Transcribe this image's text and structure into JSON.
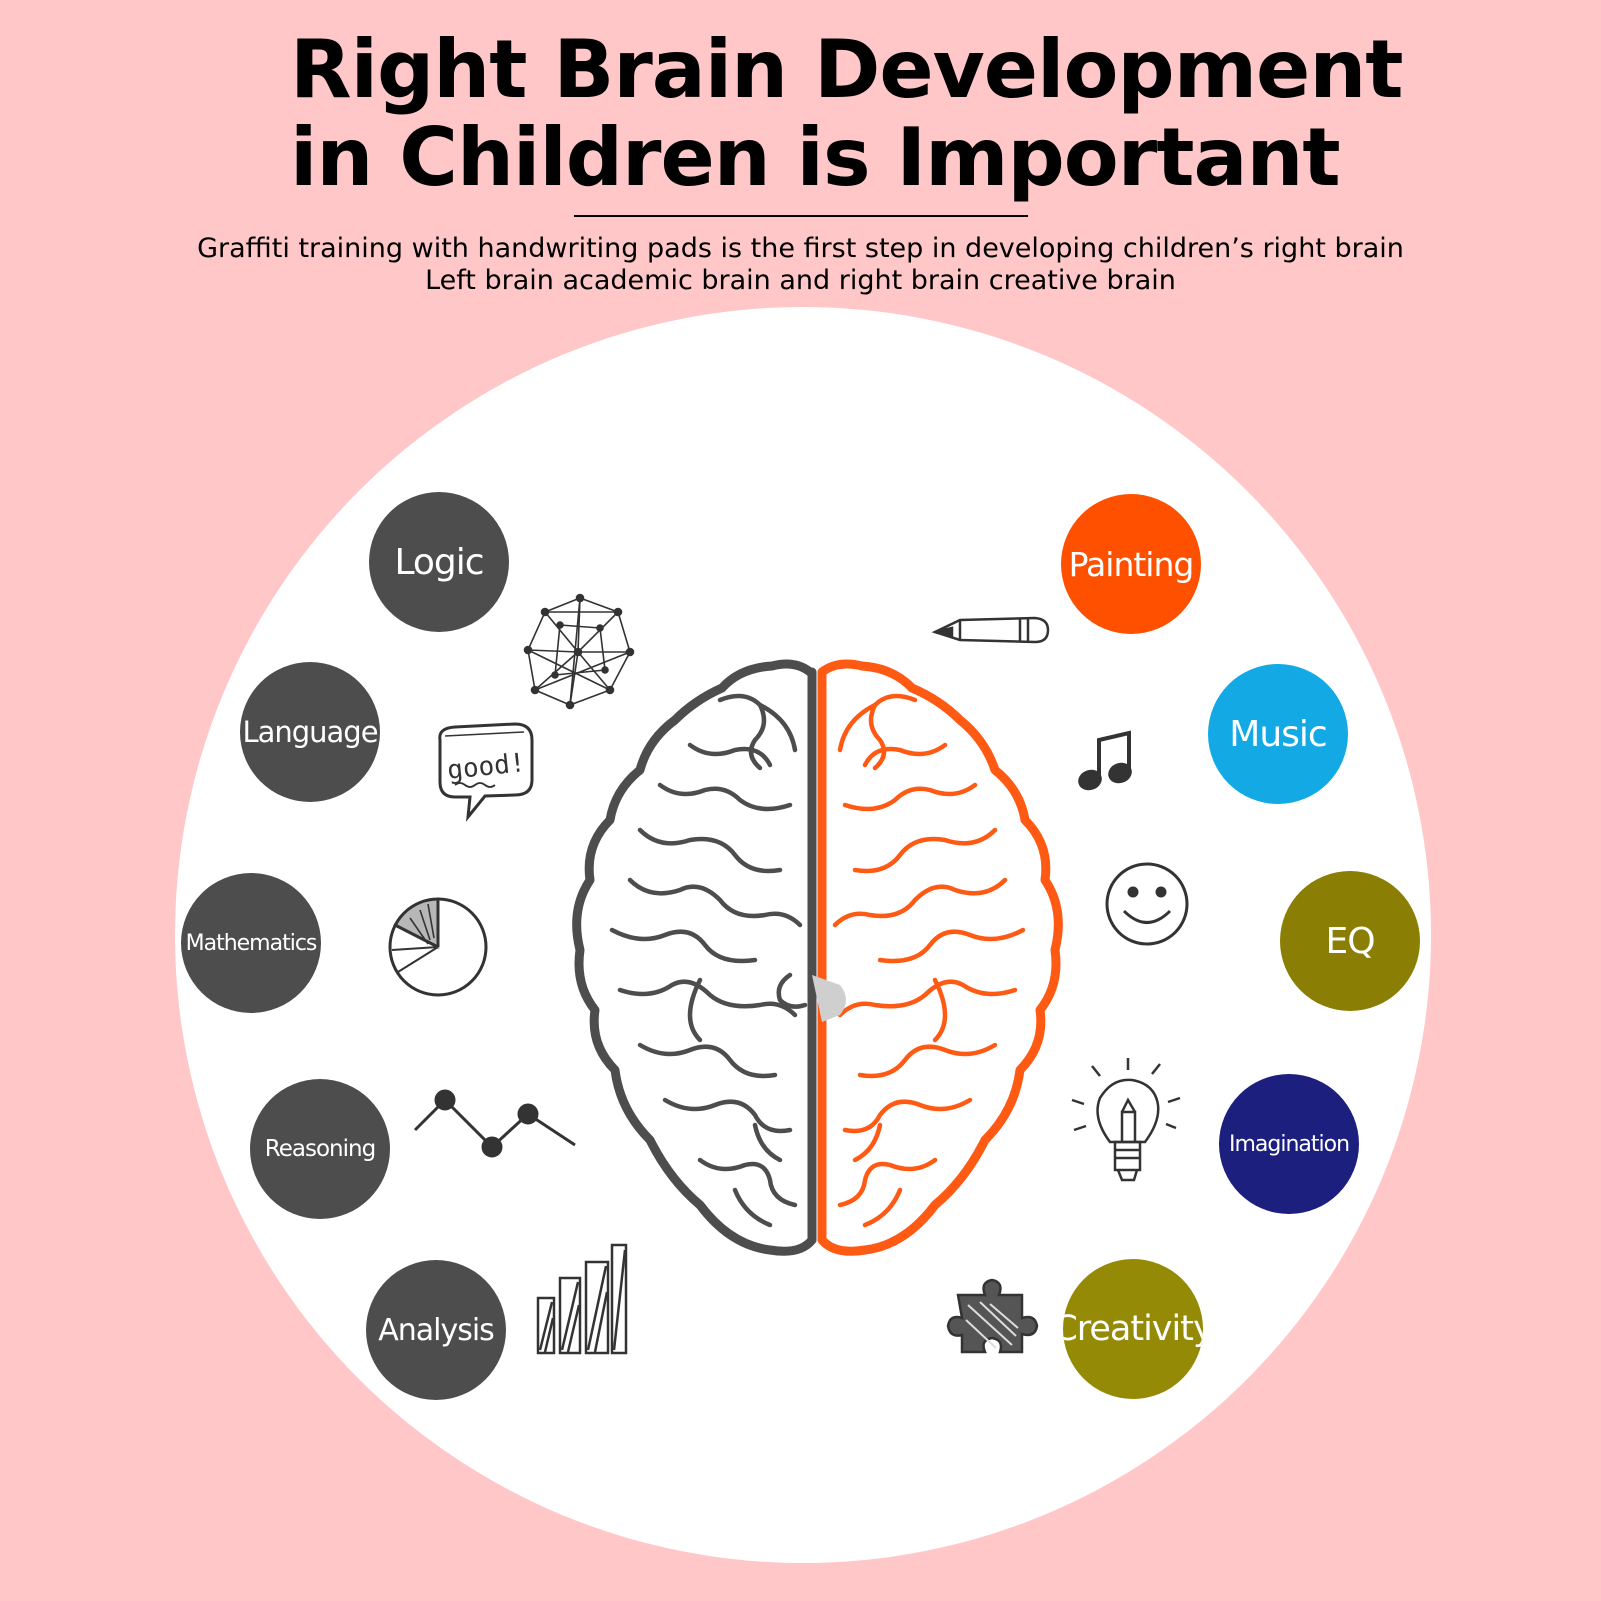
{
  "header": {
    "title_line1": "Right Brain Development",
    "title_line2": "in Children is Important",
    "subtitle_line1": "Graffiti training with handwriting pads is the first step in developing children’s right brain",
    "subtitle_line2": "Left brain academic brain and right brain creative brain"
  },
  "left_skills": {
    "logic": "Logic",
    "language": "Language",
    "mathematics": "Mathematics",
    "reasoning": "Reasoning",
    "analysis": "Analysis"
  },
  "right_skills": {
    "painting": "Painting",
    "music": "Music",
    "eq": "EQ",
    "imagination": "Imagination",
    "creativity": "Creativity"
  },
  "doodles": {
    "speech_bubble_text": "good!"
  },
  "colors": {
    "background": "#ffc7c8",
    "left_brain": "#4d4d4d",
    "right_brain": "#ff5a14",
    "logic": "#4d4d4d",
    "language": "#4d4d4d",
    "mathematics": "#4d4d4d",
    "reasoning": "#4d4d4d",
    "analysis": "#4d4d4d",
    "painting": "#ff5000",
    "music": "#12a9e4",
    "eq": "#8b7e04",
    "imagination": "#1c1f7e",
    "creativity": "#958a06"
  },
  "icons": [
    "network-icon",
    "speech-bubble-icon",
    "pie-chart-icon",
    "line-graph-icon",
    "bar-chart-icon",
    "pencil-icon",
    "music-note-icon",
    "smiley-icon",
    "light-bulb-icon",
    "puzzle-piece-icon",
    "brain-illustration"
  ]
}
